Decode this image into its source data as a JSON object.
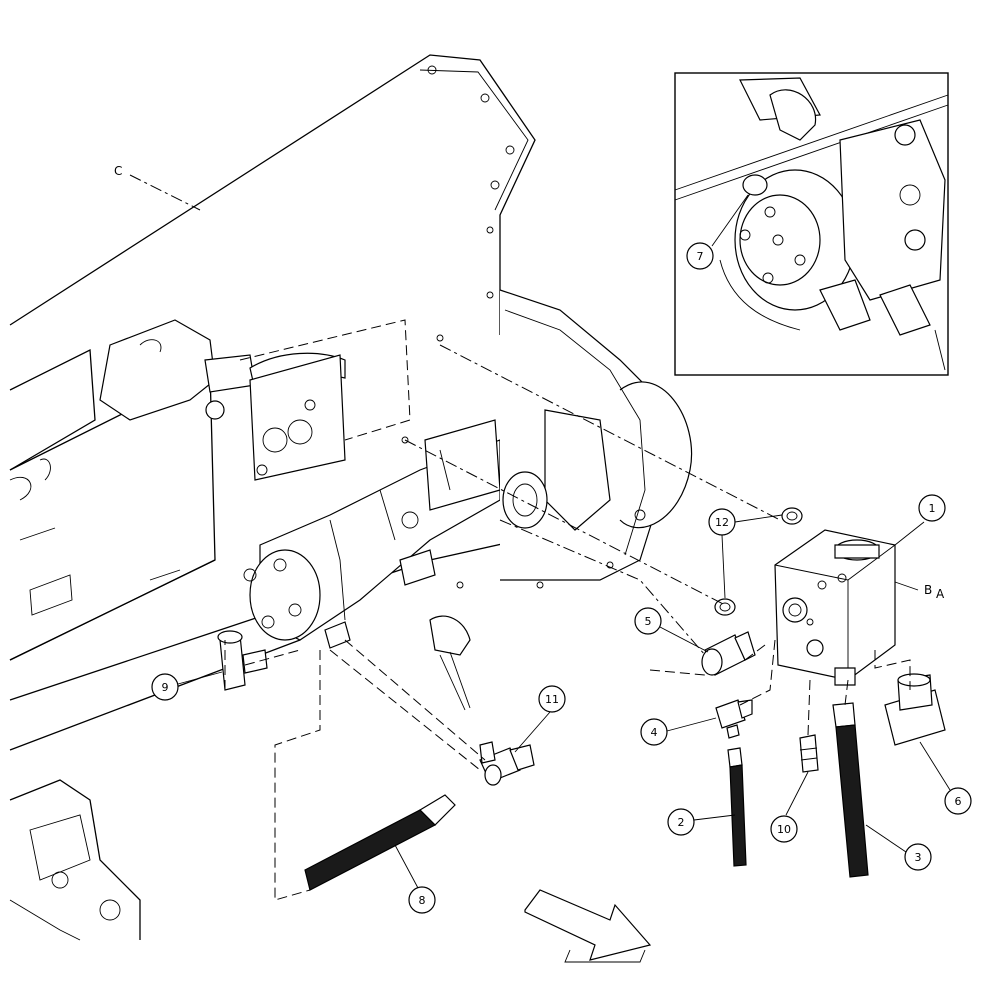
{
  "letters": {
    "a": "A",
    "b": "B",
    "c": "C"
  },
  "callouts": [
    {
      "id": "1",
      "label": "1"
    },
    {
      "id": "2",
      "label": "2"
    },
    {
      "id": "3",
      "label": "3"
    },
    {
      "id": "4",
      "label": "4"
    },
    {
      "id": "5",
      "label": "5"
    },
    {
      "id": "6",
      "label": "6"
    },
    {
      "id": "7",
      "label": "7"
    },
    {
      "id": "8",
      "label": "8"
    },
    {
      "id": "9",
      "label": "9"
    },
    {
      "id": "10",
      "label": "10"
    },
    {
      "id": "11",
      "label": "11"
    },
    {
      "id": "12",
      "label": "12"
    }
  ]
}
